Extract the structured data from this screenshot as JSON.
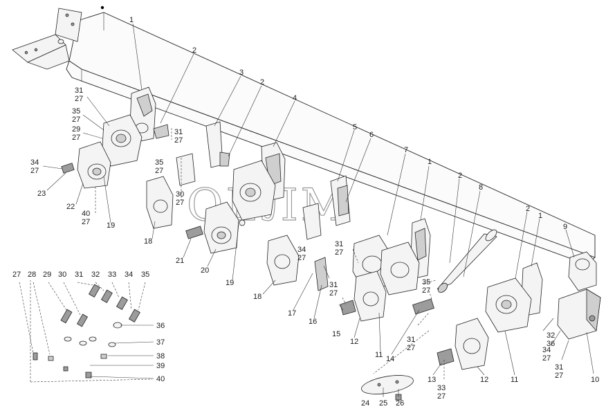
{
  "watermark": "ОЕЛМ",
  "callouts": [
    {
      "id": "c1a",
      "label": "1"
    },
    {
      "id": "c2a",
      "label": "2"
    },
    {
      "id": "c3",
      "label": "3"
    },
    {
      "id": "c2b",
      "label": "2"
    },
    {
      "id": "c4",
      "label": "4"
    },
    {
      "id": "c5",
      "label": "5"
    },
    {
      "id": "c6",
      "label": "6"
    },
    {
      "id": "c7",
      "label": "7"
    },
    {
      "id": "c1b",
      "label": "1"
    },
    {
      "id": "c2c",
      "label": "2"
    },
    {
      "id": "c8",
      "label": "8"
    },
    {
      "id": "c2d",
      "label": "2"
    },
    {
      "id": "c1c",
      "label": "1"
    },
    {
      "id": "c9",
      "label": "9"
    },
    {
      "id": "c31a",
      "label": "31"
    },
    {
      "id": "c27a",
      "label": "27"
    },
    {
      "id": "c35a",
      "label": "35"
    },
    {
      "id": "c27b",
      "label": "27"
    },
    {
      "id": "c29a",
      "label": "29"
    },
    {
      "id": "c27c",
      "label": "27"
    },
    {
      "id": "c31b",
      "label": "31"
    },
    {
      "id": "c27d",
      "label": "27"
    },
    {
      "id": "c34a",
      "label": "34"
    },
    {
      "id": "c27e",
      "label": "27"
    },
    {
      "id": "c23",
      "label": "23"
    },
    {
      "id": "c22",
      "label": "22"
    },
    {
      "id": "c40a",
      "label": "40"
    },
    {
      "id": "c27f",
      "label": "27"
    },
    {
      "id": "c19a",
      "label": "19"
    },
    {
      "id": "c35b",
      "label": "35"
    },
    {
      "id": "c27g",
      "label": "27"
    },
    {
      "id": "c30a",
      "label": "30"
    },
    {
      "id": "c27h",
      "label": "27"
    },
    {
      "id": "c18a",
      "label": "18"
    },
    {
      "id": "c21",
      "label": "21"
    },
    {
      "id": "c20",
      "label": "20"
    },
    {
      "id": "c19b",
      "label": "19"
    },
    {
      "id": "c18b",
      "label": "18"
    },
    {
      "id": "c34b",
      "label": "34"
    },
    {
      "id": "c27i",
      "label": "27"
    },
    {
      "id": "c17",
      "label": "17"
    },
    {
      "id": "c16",
      "label": "16"
    },
    {
      "id": "c31c",
      "label": "31"
    },
    {
      "id": "c27j",
      "label": "27"
    },
    {
      "id": "c31d",
      "label": "31"
    },
    {
      "id": "c27k",
      "label": "27"
    },
    {
      "id": "c15",
      "label": "15"
    },
    {
      "id": "c12a",
      "label": "12"
    },
    {
      "id": "c35c",
      "label": "35"
    },
    {
      "id": "c27l",
      "label": "27"
    },
    {
      "id": "c11a",
      "label": "11"
    },
    {
      "id": "c14",
      "label": "14"
    },
    {
      "id": "c31e",
      "label": "31"
    },
    {
      "id": "c27m",
      "label": "27"
    },
    {
      "id": "c13",
      "label": "13"
    },
    {
      "id": "c33a",
      "label": "33"
    },
    {
      "id": "c27n",
      "label": "27"
    },
    {
      "id": "c12b",
      "label": "12"
    },
    {
      "id": "c11b",
      "label": "11"
    },
    {
      "id": "c32a",
      "label": "32"
    },
    {
      "id": "c36a",
      "label": "36"
    },
    {
      "id": "c34c",
      "label": "34"
    },
    {
      "id": "c27o",
      "label": "27"
    },
    {
      "id": "c31f",
      "label": "31"
    },
    {
      "id": "c27p",
      "label": "27"
    },
    {
      "id": "c10",
      "label": "10"
    },
    {
      "id": "c24",
      "label": "24"
    },
    {
      "id": "c25",
      "label": "25"
    },
    {
      "id": "c26",
      "label": "26"
    }
  ],
  "fastener_legend": {
    "top_row": [
      "27",
      "28",
      "29",
      "30",
      "31",
      "32",
      "33",
      "34",
      "35"
    ],
    "right_column": [
      "36",
      "37",
      "38",
      "39",
      "40"
    ]
  }
}
